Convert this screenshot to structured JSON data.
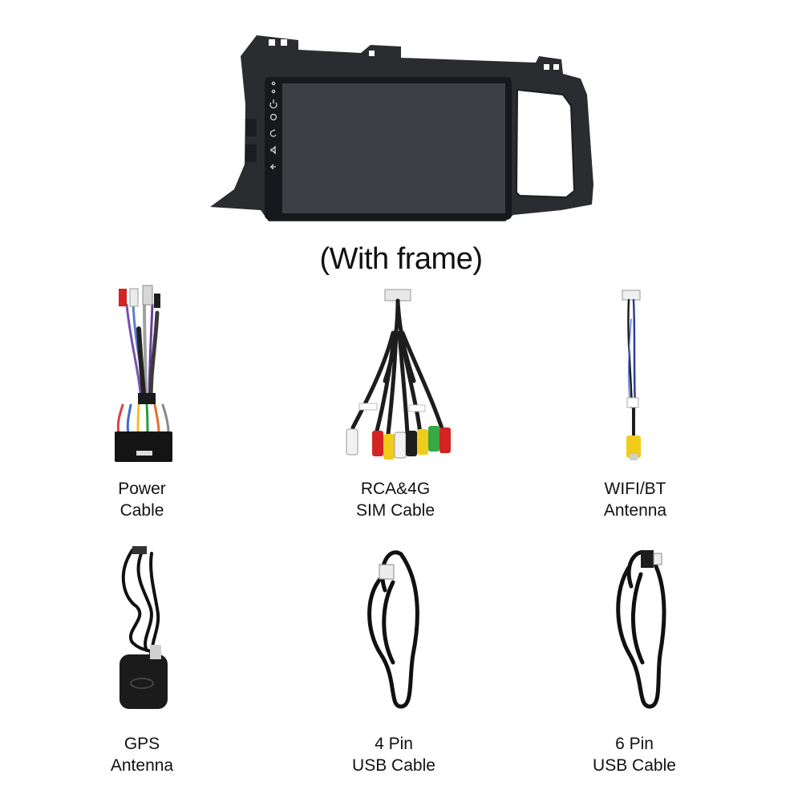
{
  "header": {
    "frame_caption": "(With frame)"
  },
  "head_unit": {
    "side_icons": [
      "mic-icon",
      "reset-icon",
      "power-icon",
      "home-icon",
      "back-icon",
      "volume-icon",
      "back-arrow-icon"
    ]
  },
  "accessories": [
    {
      "line1": "Power",
      "line2": "Cable"
    },
    {
      "line1": "RCA&4G",
      "line2": "SIM Cable"
    },
    {
      "line1": "WIFI/BT",
      "line2": "Antenna"
    },
    {
      "line1": "GPS",
      "line2": "Antenna"
    },
    {
      "line1": "4 Pin",
      "line2": "USB Cable"
    },
    {
      "line1": "6 Pin",
      "line2": "USB Cable"
    }
  ],
  "colors": {
    "frame": "#2a2c30",
    "screen": "#3d3f44",
    "text": "#111111",
    "rca_red": "#d42323",
    "rca_yellow": "#f0cc1a",
    "rca_white": "#f2f2f2",
    "rca_green": "#39a845",
    "wire_blue": "#2b3f9e"
  }
}
